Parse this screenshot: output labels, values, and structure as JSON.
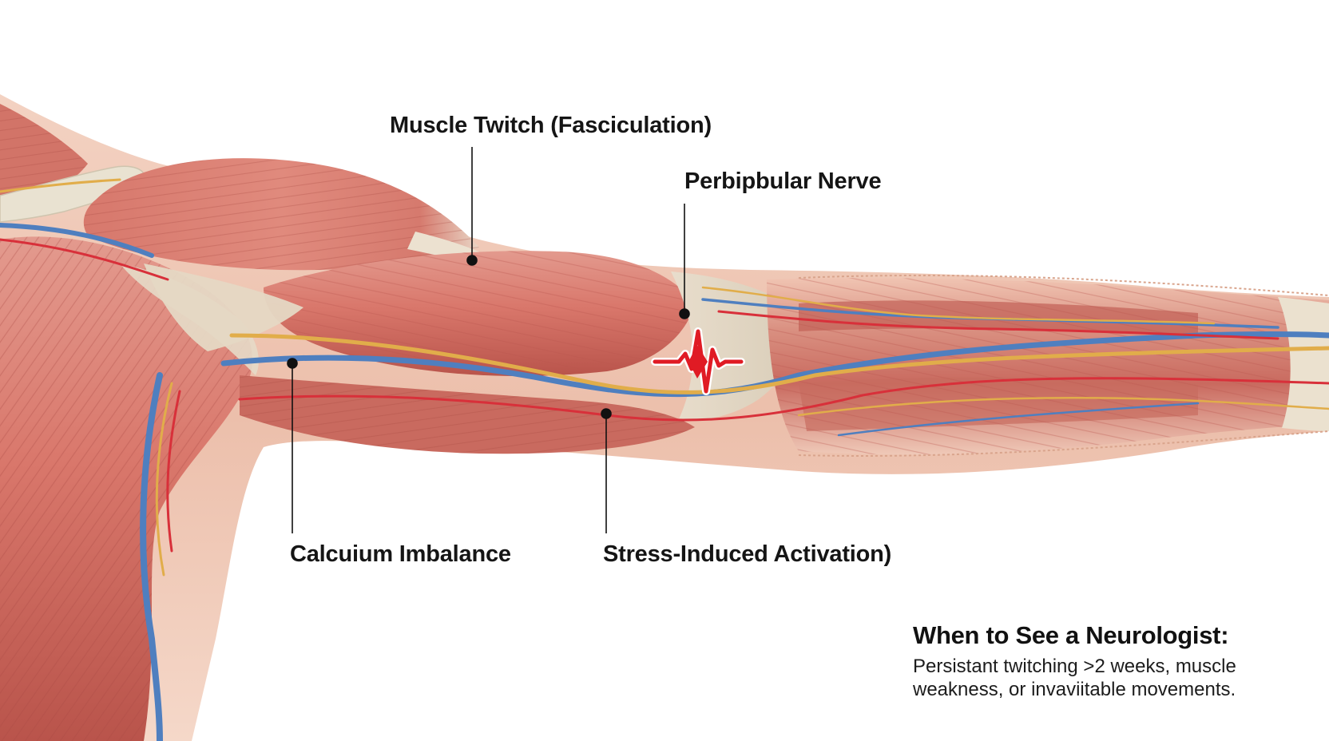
{
  "labels": {
    "muscle_twitch": "Muscle Twitch (Fasciculation)",
    "nerve": "Perbipbular Nerve",
    "calcium": "Calcuium Imbalance",
    "stress": "Stress-Induced Activation)"
  },
  "info_box": {
    "title": "When to See a Neurologist:",
    "body": "Persistant twitching >2 weeks, muscle weakness, or invaviitable movements."
  },
  "colors": {
    "muscle": "#d9776b",
    "tendon": "#e6dccb",
    "vein": "#4f7fbf",
    "nerve": "#e1ad4a",
    "artery": "#d8303a",
    "twitch_icon": "#e01b24"
  },
  "icons": {
    "twitch_marker": "zigzag-pulse-icon"
  }
}
